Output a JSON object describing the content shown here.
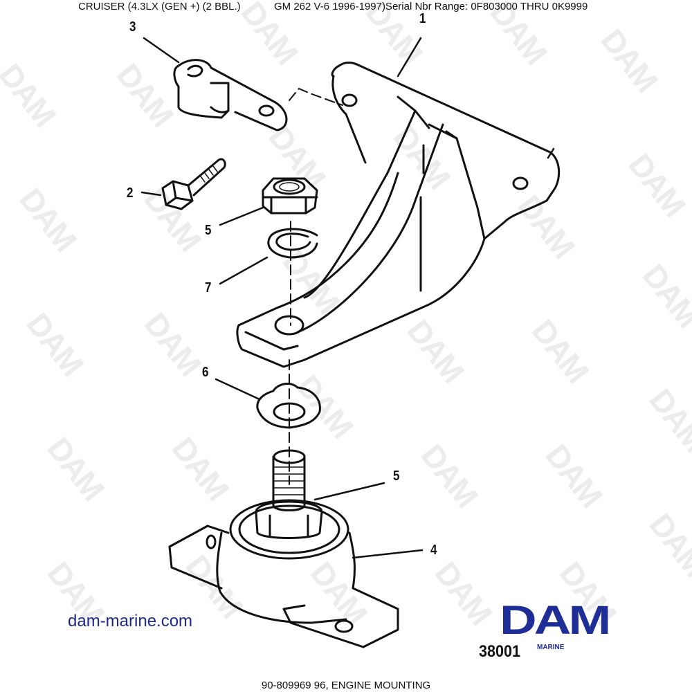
{
  "header": {
    "model": "CRUISER (4.3LX (GEN +) (2 BBL.)",
    "engine_serial": "GM 262 V-6 1996-1997)Serial Nbr Range: 0F803000 THRU 0K9999"
  },
  "footer": {
    "caption": "90-809969 96, ENGINE MOUNTING"
  },
  "diagram": {
    "figure_number": "38001",
    "callouts": [
      {
        "id": "callout-1",
        "label": "1",
        "part": "engine-mount-bracket"
      },
      {
        "id": "callout-2",
        "label": "2",
        "part": "hex-bolt"
      },
      {
        "id": "callout-3",
        "label": "3",
        "part": "clamp"
      },
      {
        "id": "callout-4",
        "label": "4",
        "part": "rubber-mount-base"
      },
      {
        "id": "callout-5a",
        "label": "5",
        "part": "hex-nut-upper"
      },
      {
        "id": "callout-5b",
        "label": "5",
        "part": "hex-nut-lower"
      },
      {
        "id": "callout-6",
        "label": "6",
        "part": "tab-washer"
      },
      {
        "id": "callout-7",
        "label": "7",
        "part": "lock-washer"
      }
    ]
  },
  "branding": {
    "website": "dam-marine.com",
    "logo_text": "DAM",
    "logo_subtext": "MARINE",
    "watermark_text": "DAM",
    "brand_color": "#1f2d96",
    "link_color": "#1d2a8c",
    "watermark_color": "#ececec"
  }
}
